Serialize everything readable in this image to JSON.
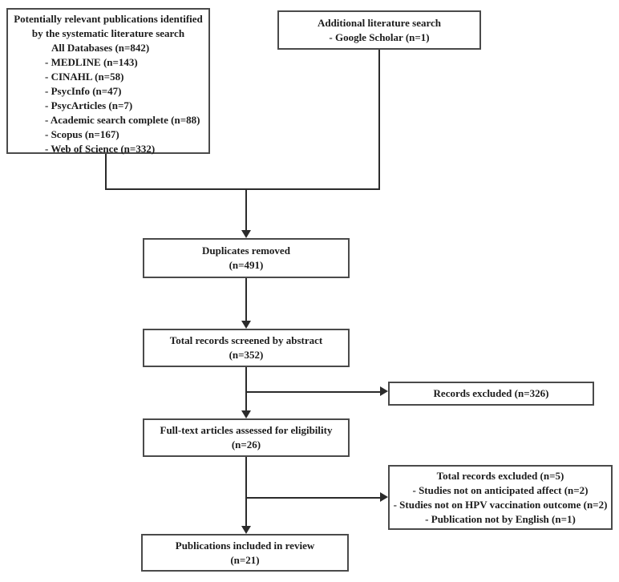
{
  "diagram": {
    "kind": "literature-search-flowchart",
    "colors": {
      "background": "#ffffff",
      "box_border": "#4a4a4a",
      "text": "#1c1c1c",
      "connector": "#2b2b2b"
    }
  },
  "nodes": {
    "identified": {
      "title_lines": [
        "Potentially relevant publications identified",
        "by the systematic literature search"
      ],
      "subtitle": "All Databases (n=842)",
      "items": [
        "- MEDLINE (n=143)",
        "- CINAHL (n=58)",
        "- PsycInfo (n=47)",
        "- PsycArticles (n=7)",
        "- Academic search complete (n=88)",
        "- Scopus (n=167)",
        "- Web of Science (n=332)"
      ]
    },
    "additional": {
      "line1": "Additional literature search",
      "line2": "- Google Scholar (n=1)"
    },
    "duplicates": {
      "line1": "Duplicates removed",
      "line2": "(n=491)"
    },
    "screened": {
      "line1": "Total records screened by abstract",
      "line2": "(n=352)"
    },
    "records_excluded": {
      "line1": "Records excluded (n=326)"
    },
    "fulltext": {
      "line1": "Full-text articles assessed for eligibility",
      "line2": "(n=26)"
    },
    "total_excluded": {
      "title": "Total records excluded (n=5)",
      "items": [
        "- Studies not on anticipated affect (n=2)",
        "- Studies not on HPV vaccination outcome (n=2)",
        "- Publication not by English (n=1)"
      ]
    },
    "included": {
      "line1": "Publications included in review",
      "line2": "(n=21)"
    }
  },
  "edges": [
    {
      "from": "identified",
      "to": "duplicates"
    },
    {
      "from": "additional",
      "to": "duplicates"
    },
    {
      "from": "duplicates",
      "to": "screened"
    },
    {
      "from": "screened",
      "to": "records_excluded"
    },
    {
      "from": "screened",
      "to": "fulltext"
    },
    {
      "from": "fulltext",
      "to": "total_excluded"
    },
    {
      "from": "fulltext",
      "to": "included"
    }
  ]
}
